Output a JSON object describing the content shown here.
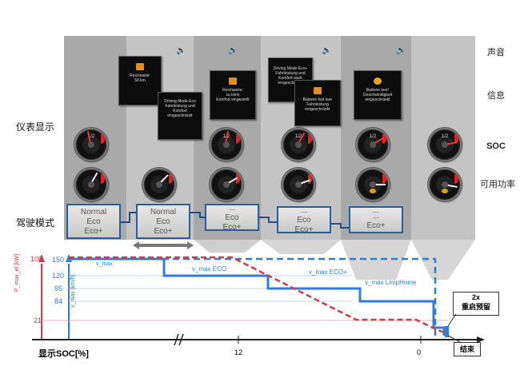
{
  "right_labels": {
    "sound": "声音",
    "info": "信息",
    "soc": "SOC",
    "power": "可用功率"
  },
  "left_labels": {
    "dashboard": "仪表显示",
    "drive_mode": "驾驶模式"
  },
  "messages": {
    "m1": "Reichweite:\n50 km",
    "m2": "Driving Mode Eco\nFahrleistung und\nKomfort\neingeschränkt",
    "m3": "Reichweite:\nzu klein\nKomfort eingestellt",
    "m4": "Driving Mode Eco+\nFahrleistung und\nKomfort stark\neingeschränkt",
    "m5": "Batterie fast leer\nFahrleistung\neingeschränkt",
    "m6": "Batterie leer!\nGeschwindigkeit\neingeschränkt"
  },
  "gauge_number": "1/2",
  "modes": {
    "m1": [
      "Normal",
      "Eco",
      "Eco+"
    ],
    "m2": [
      "Normal",
      "Eco",
      "Eco+"
    ],
    "m3": [
      "----",
      "Eco",
      "Eco+"
    ],
    "m4": [
      "----",
      "Eco",
      "Eco+"
    ],
    "m5": [
      "----",
      "----",
      "Eco+"
    ]
  },
  "axis": {
    "p_label": "P_max_el [kW]",
    "v_label": "v_max [km/h]",
    "p_ticks": [
      "100",
      "21"
    ],
    "v_ticks": [
      "150",
      "120",
      "95",
      "84"
    ],
    "soc_label": "显示SOC[%]",
    "soc_ticks": [
      "12",
      "0"
    ]
  },
  "curve_labels": {
    "vmax": "v_max",
    "eco": "v_max ECO",
    "ecoplus": "v_max ECO+",
    "limp": "v_max LimpHome"
  },
  "callouts": {
    "restart": "2x\n重启预留",
    "end": "结束"
  },
  "colors": {
    "blue": "#2b7fd8",
    "red": "#d13c4a",
    "dark_blue": "#1f4e89"
  }
}
